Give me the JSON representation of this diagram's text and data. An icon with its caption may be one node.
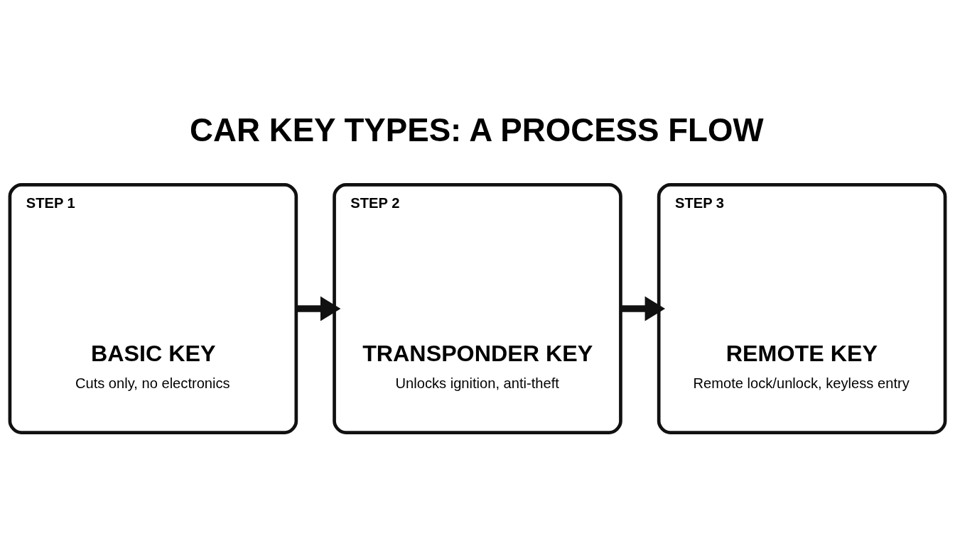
{
  "diagram": {
    "title": "CAR KEY TYPES: A PROCESS FLOW",
    "nodes": [
      {
        "text": [
          "STEP 1",
          "BASIC KEY",
          "Cuts only, no electronics"
        ]
      },
      {
        "text": [
          "STEP 2",
          "TRANSPONDER KEY",
          "Unlocks ignition, anti-theft"
        ]
      },
      {
        "text": [
          "STEP 3",
          "REMOTE KEY",
          "Remote lock/unlock, keyless entry"
        ]
      }
    ],
    "edges": [
      {
        "from": 0,
        "to": 1,
        "arrow": "to"
      },
      {
        "from": 1,
        "to": 2,
        "arrow": "to"
      }
    ]
  }
}
